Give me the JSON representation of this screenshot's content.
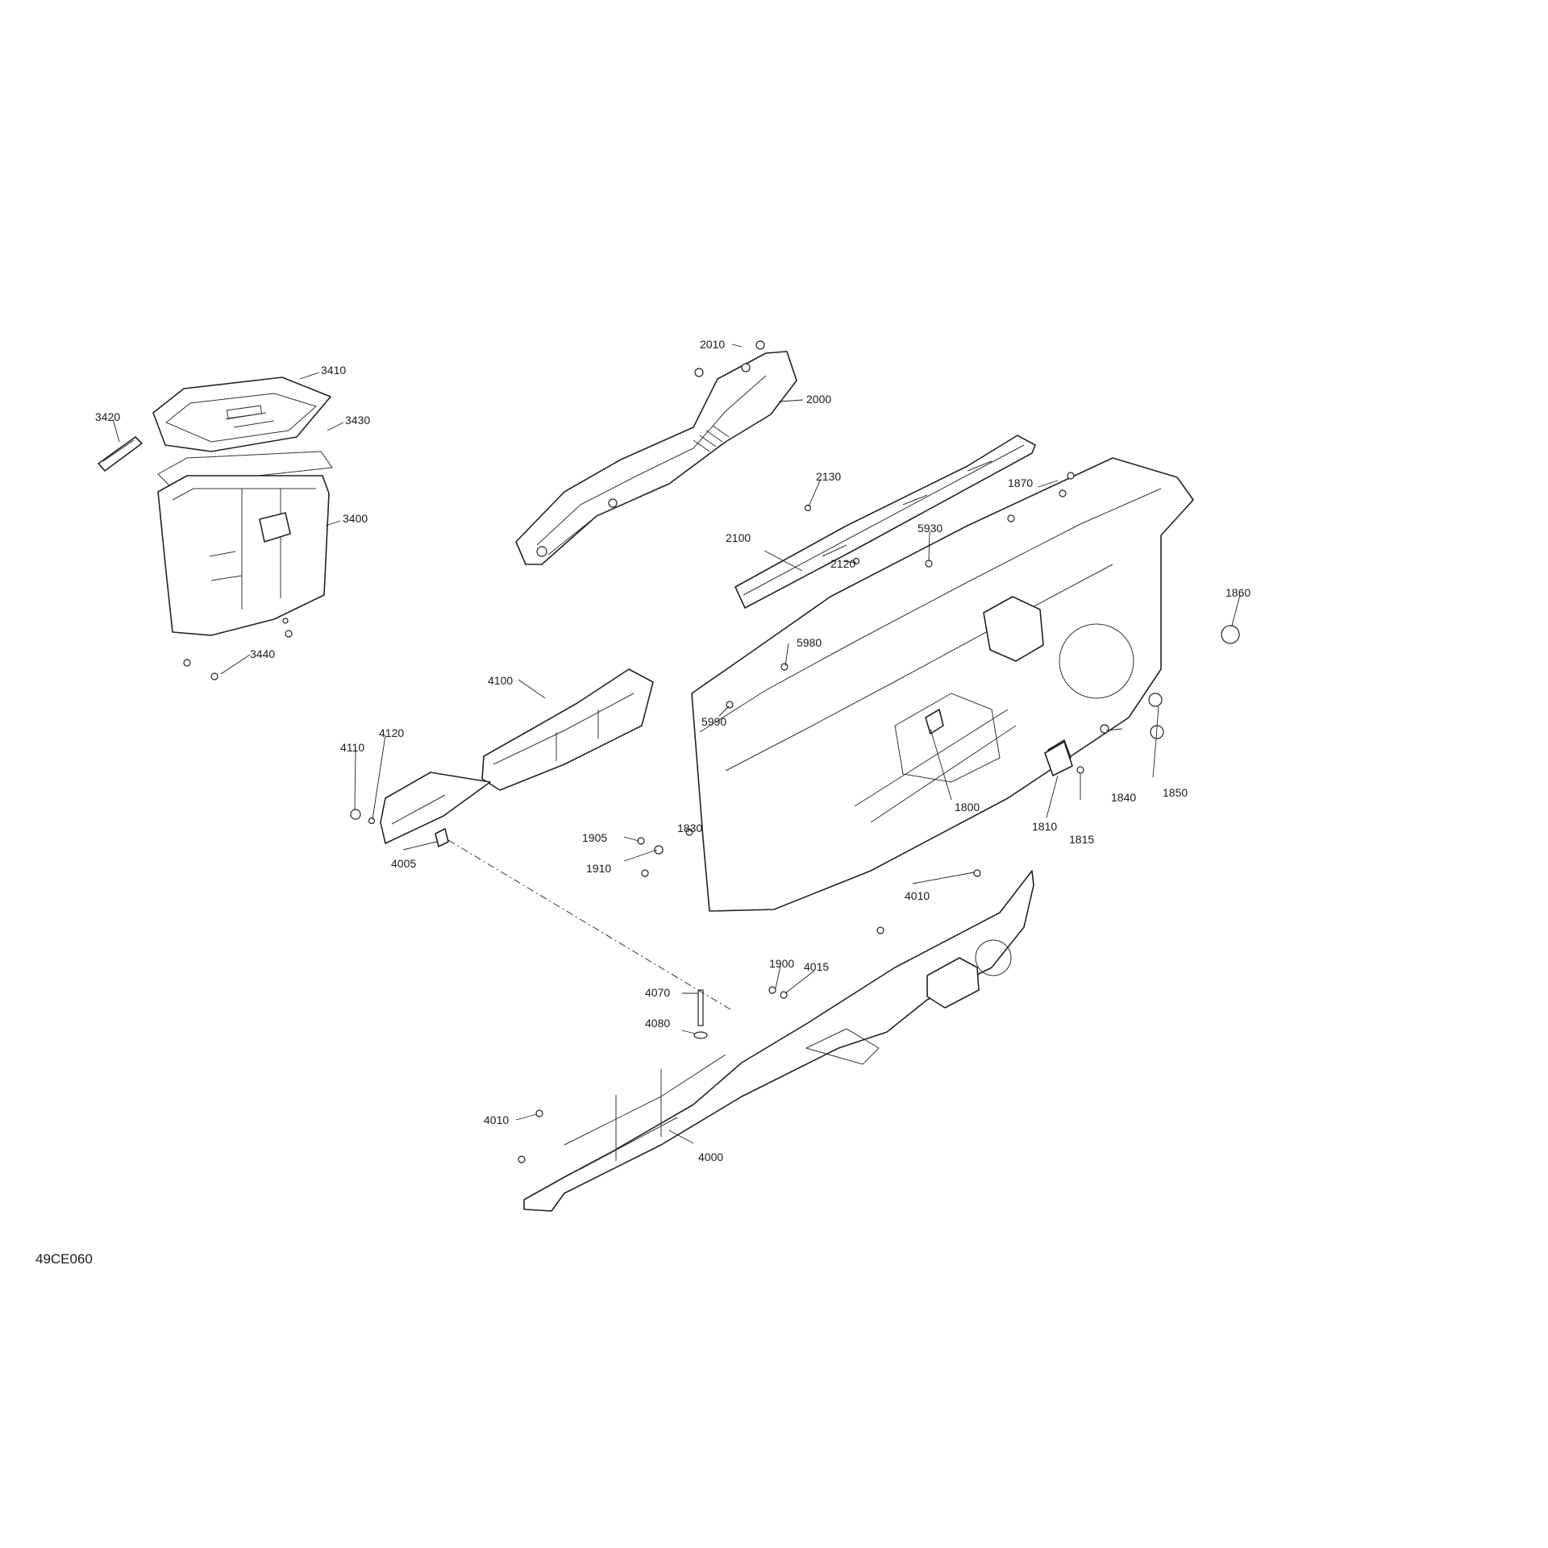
{
  "diagram_id": "49CE060",
  "labels": [
    {
      "id": "3410",
      "text": "3410"
    },
    {
      "id": "3420",
      "text": "3420"
    },
    {
      "id": "3430",
      "text": "3430"
    },
    {
      "id": "3400",
      "text": "3400"
    },
    {
      "id": "3440",
      "text": "3440"
    },
    {
      "id": "2010",
      "text": "2010"
    },
    {
      "id": "2000",
      "text": "2000"
    },
    {
      "id": "2130",
      "text": "2130"
    },
    {
      "id": "2100",
      "text": "2100"
    },
    {
      "id": "2120",
      "text": "2120"
    },
    {
      "id": "5930",
      "text": "5930"
    },
    {
      "id": "1870",
      "text": "1870"
    },
    {
      "id": "1860",
      "text": "1860"
    },
    {
      "id": "5980",
      "text": "5980"
    },
    {
      "id": "5990",
      "text": "5990"
    },
    {
      "id": "4100",
      "text": "4100"
    },
    {
      "id": "4110",
      "text": "4110"
    },
    {
      "id": "4120",
      "text": "4120"
    },
    {
      "id": "4005",
      "text": "4005"
    },
    {
      "id": "1830",
      "text": "1830"
    },
    {
      "id": "1840",
      "text": "1840"
    },
    {
      "id": "1850",
      "text": "1850"
    },
    {
      "id": "1810",
      "text": "1810"
    },
    {
      "id": "1815",
      "text": "1815"
    },
    {
      "id": "1800",
      "text": "1800"
    },
    {
      "id": "1905",
      "text": "1905"
    },
    {
      "id": "1910",
      "text": "1910"
    },
    {
      "id": "4010a",
      "text": "4010"
    },
    {
      "id": "1900",
      "text": "1900"
    },
    {
      "id": "4015",
      "text": "4015"
    },
    {
      "id": "4070",
      "text": "4070"
    },
    {
      "id": "4080",
      "text": "4080"
    },
    {
      "id": "4010b",
      "text": "4010"
    },
    {
      "id": "4000",
      "text": "4000"
    }
  ]
}
